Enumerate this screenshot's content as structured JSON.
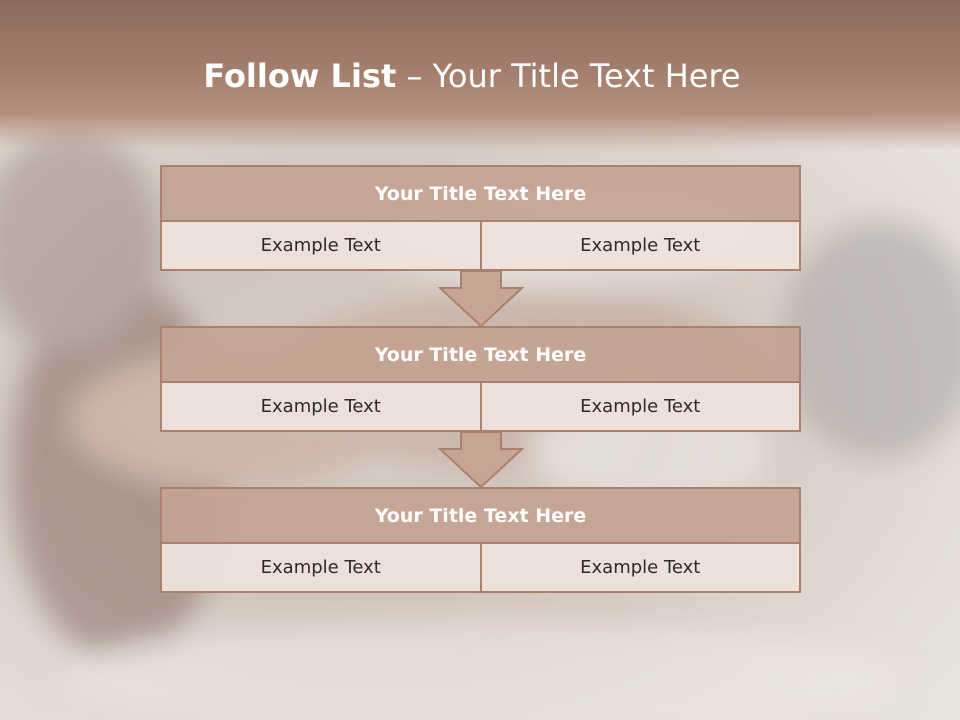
{
  "slide": {
    "title_bold": "Follow List",
    "title_rest": " – Your Title Text Here"
  },
  "blocks": [
    {
      "title": "Your Title Text Here",
      "left": "Example Text",
      "right": "Example Text"
    },
    {
      "title": "Your Title Text Here",
      "left": "Example Text",
      "right": "Example Text"
    },
    {
      "title": "Your Title Text Here",
      "left": "Example Text",
      "right": "Example Text"
    }
  ],
  "colors": {
    "header": "#a37d6c",
    "block_title_fill": "#c4a392",
    "block_border": "#a9826f",
    "cell_fill": "#eee1dc",
    "arrow_fill": "#c7a594"
  }
}
